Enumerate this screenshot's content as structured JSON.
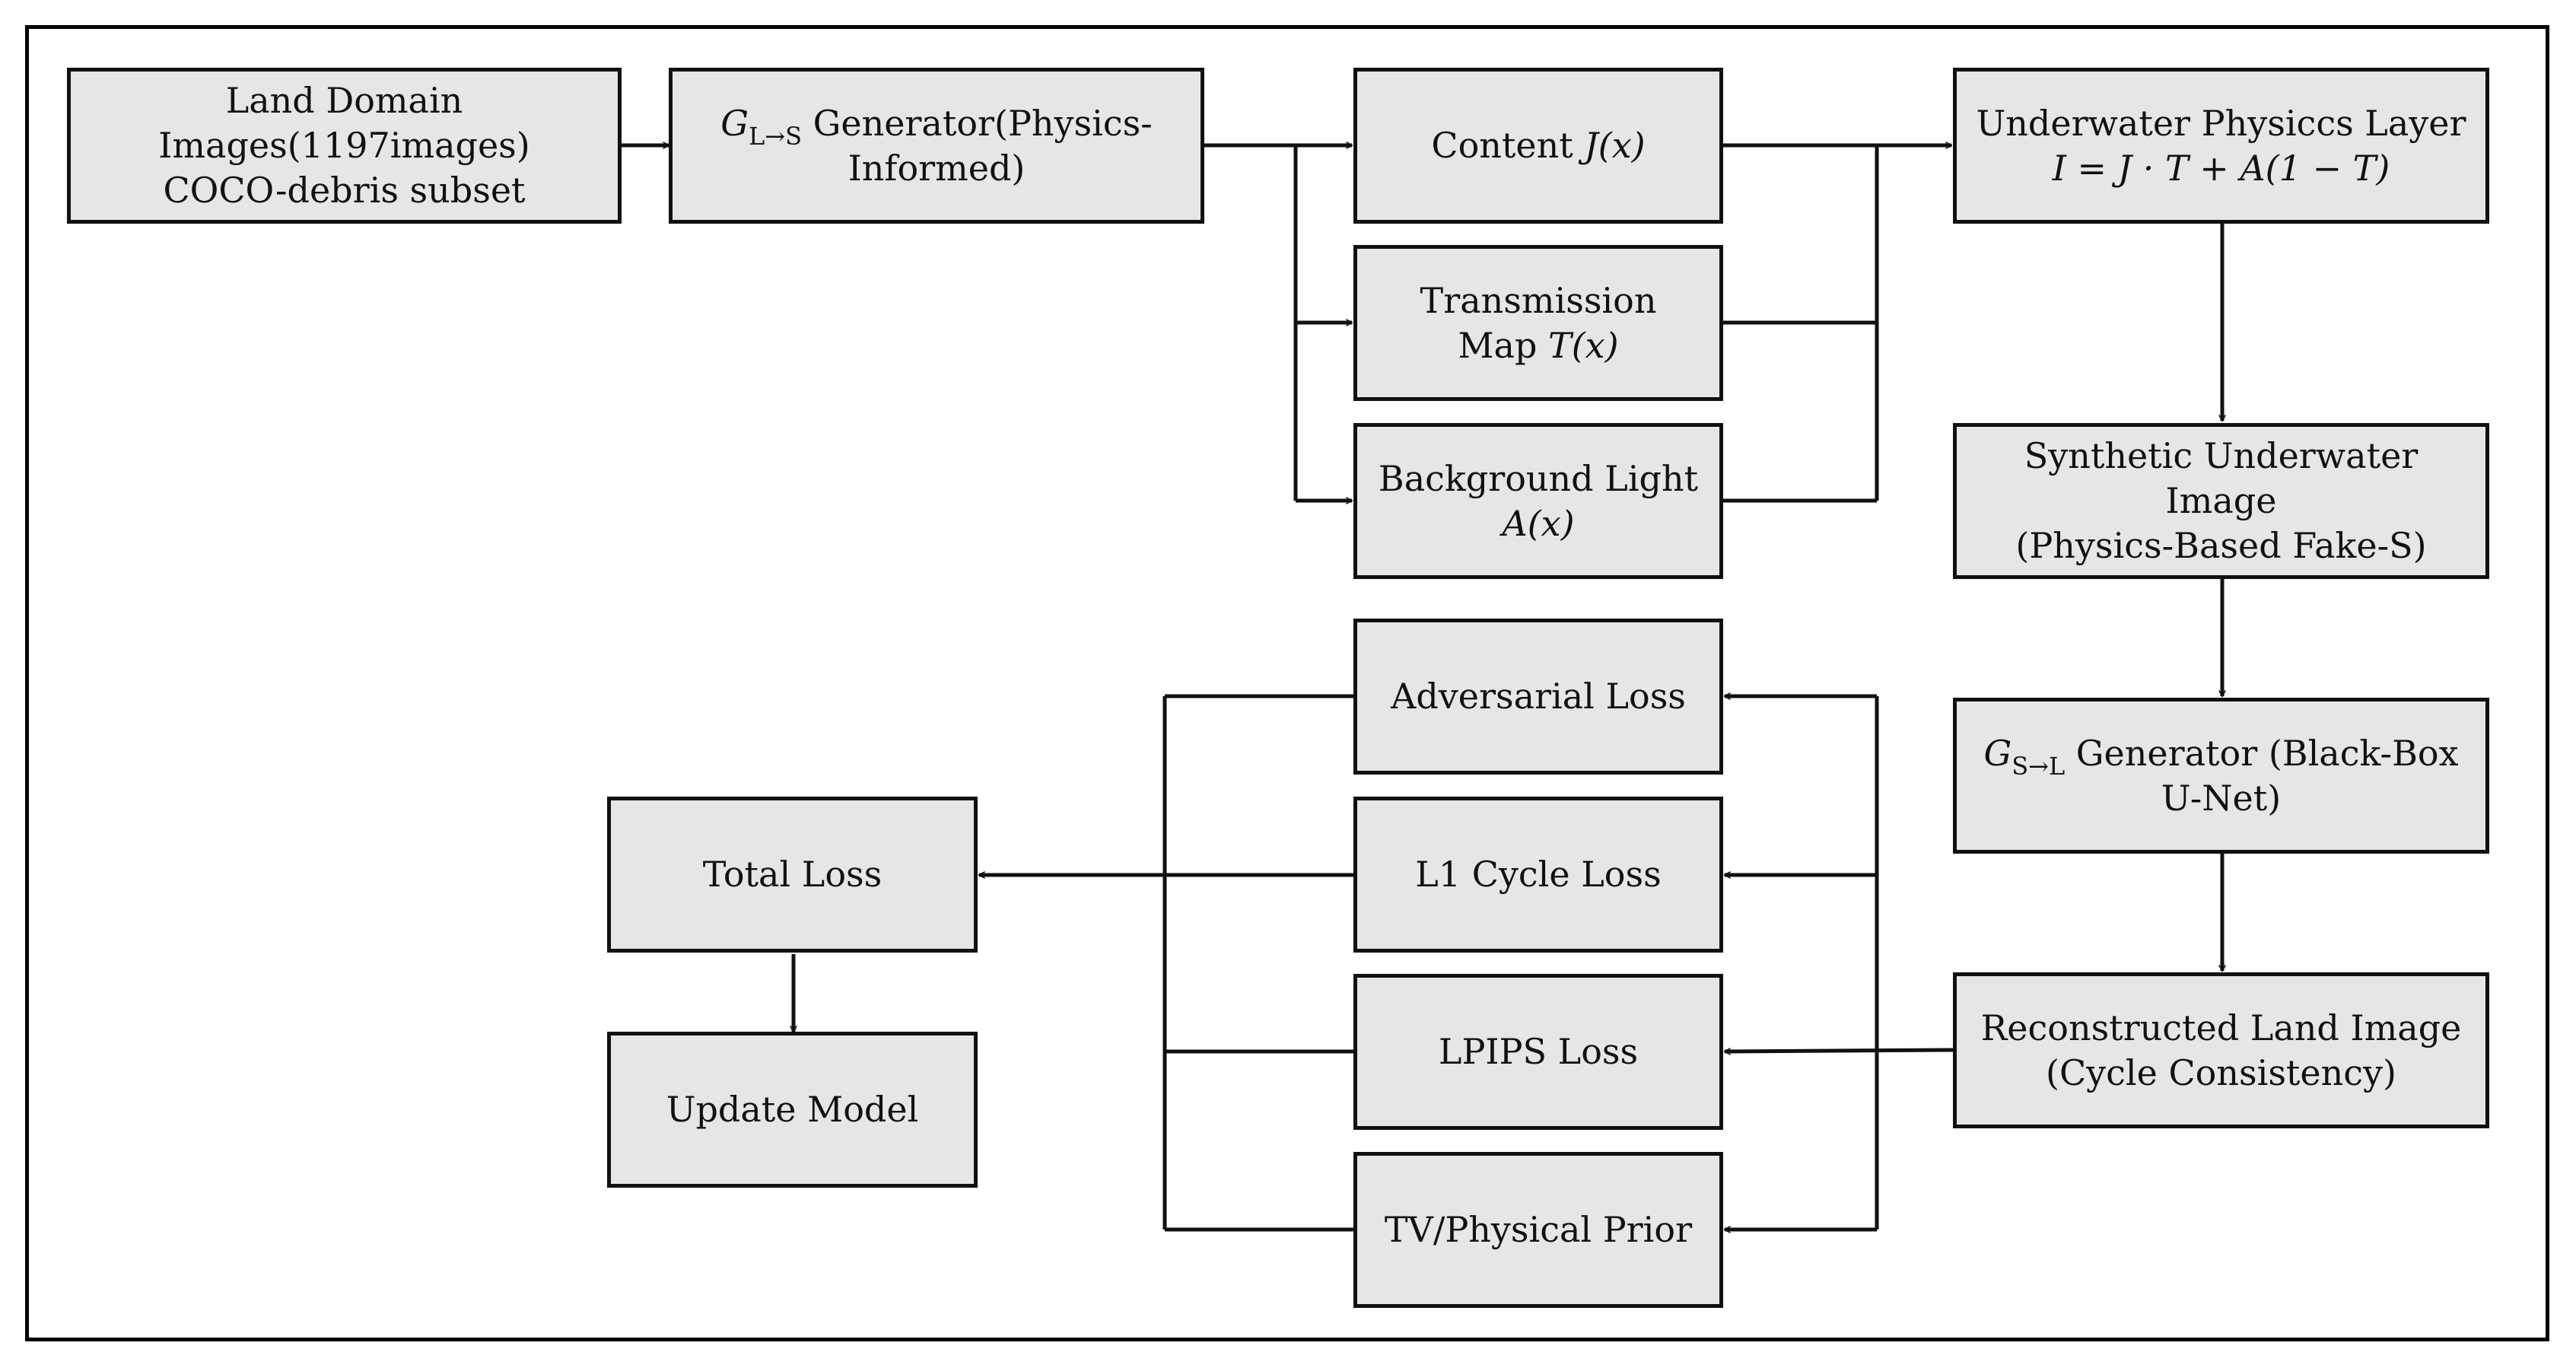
{
  "nodes": {
    "land": {
      "lines": [
        "Land Domain",
        "Images(1197images)",
        "COCO-debris subset"
      ]
    },
    "gls": {
      "symbol": "G",
      "subscript": "L→S",
      "line1_rest": " Generator(Physics-",
      "line2": "Informed)"
    },
    "content": {
      "label": "Content ",
      "math": "J(x)"
    },
    "transmission": {
      "line1": "Transmission",
      "line2": "Map ",
      "math": "T(x)"
    },
    "background": {
      "line1": "Background Light",
      "math": "A(x)"
    },
    "physics": {
      "line1": "Underwater Physiccs Layer",
      "formula": "I = J · T + A(1 − T)"
    },
    "synthetic": {
      "lines": [
        "Synthetic Underwater",
        "Image",
        "(Physics-Based Fake-S)"
      ]
    },
    "gsl": {
      "symbol": "G",
      "subscript": "S→L",
      "line1_rest": " Generator (Black-Box",
      "line2": "U-Net)"
    },
    "reconstructed": {
      "lines": [
        "Reconstructed Land Image",
        "(Cycle Consistency)"
      ]
    },
    "adversarial": {
      "label": "Adversarial Loss"
    },
    "l1": {
      "label": "L1 Cycle Loss"
    },
    "lpips": {
      "label": "LPIPS Loss"
    },
    "tv": {
      "label": "TV/Physical Prior"
    },
    "total": {
      "label": "Total Loss"
    },
    "update": {
      "label": "Update Model"
    }
  }
}
